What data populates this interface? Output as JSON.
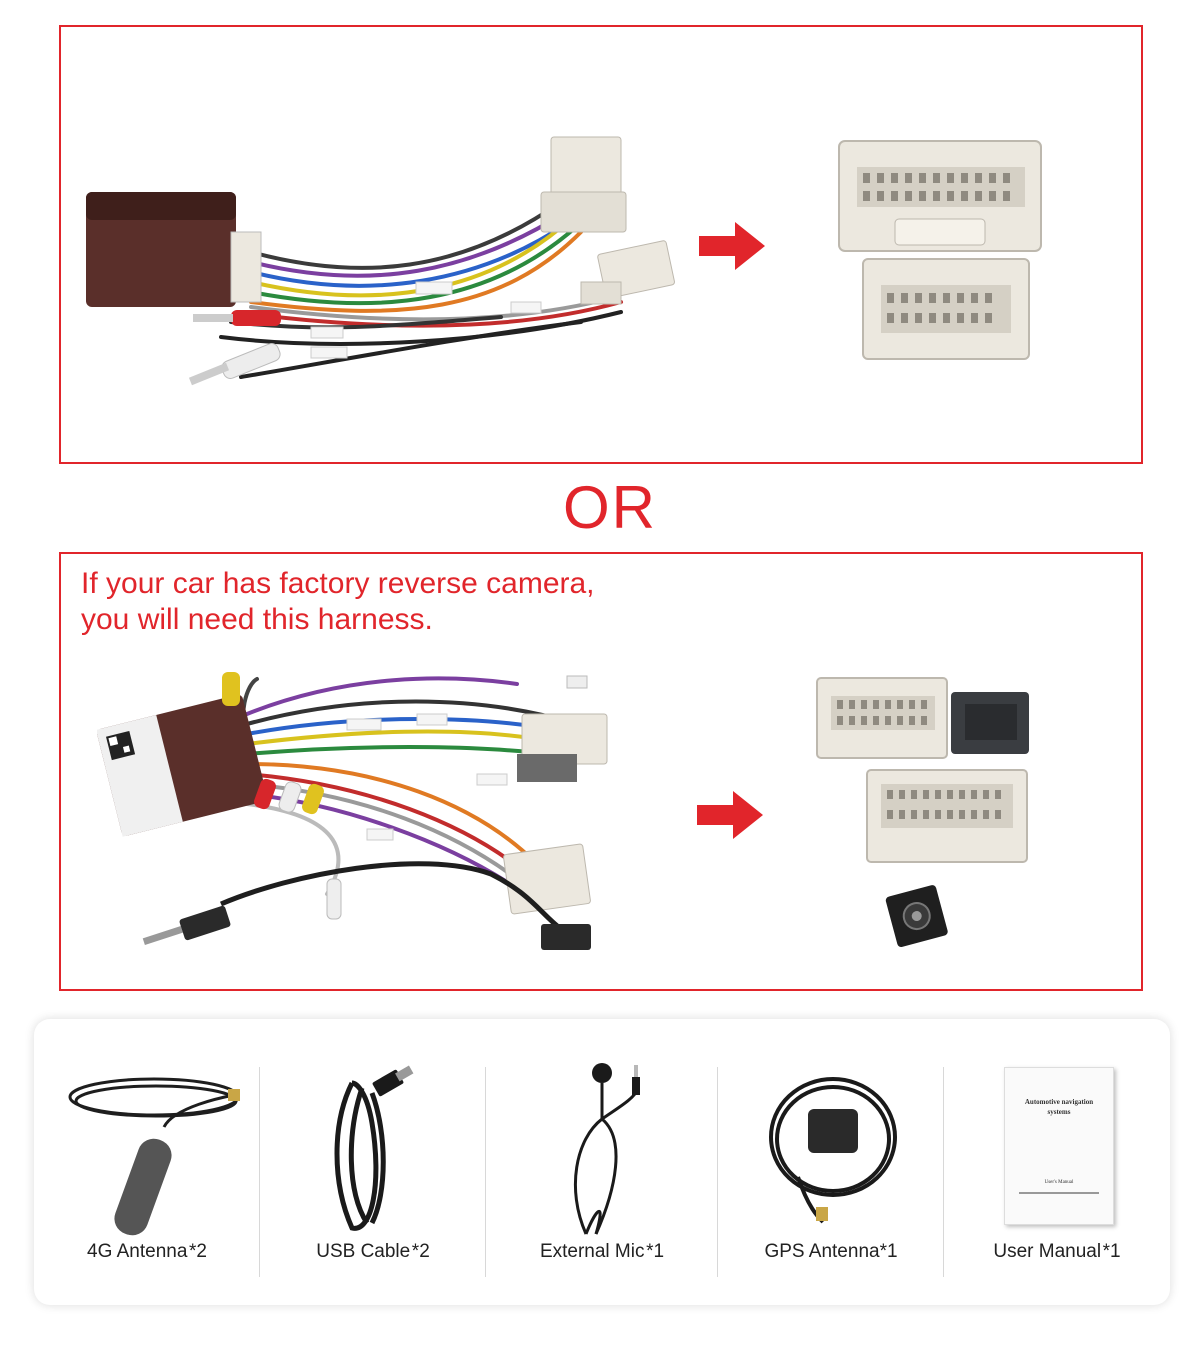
{
  "or_text": "OR",
  "panel_bottom": {
    "note_line1": "If your car has factory reverse camera,",
    "note_line2": "you will need this harness."
  },
  "accessories": [
    {
      "label": "4G Antenna *2",
      "icon": "4g-antenna-icon"
    },
    {
      "label": "USB Cable *2",
      "icon": "usb-cable-icon"
    },
    {
      "label": "External Mic *1",
      "icon": "external-mic-icon"
    },
    {
      "label": "GPS Antenna*1",
      "icon": "gps-antenna-icon"
    },
    {
      "label": "User Manual *1",
      "icon": "user-manual-icon"
    }
  ],
  "manual_cover": {
    "title_line1": "Automotive navigation",
    "title_line2": "systems",
    "subtitle": "User's Manual"
  },
  "colors": {
    "accent": "#e1252b",
    "box": "#5a2f2a",
    "connector": "#ece8df"
  }
}
